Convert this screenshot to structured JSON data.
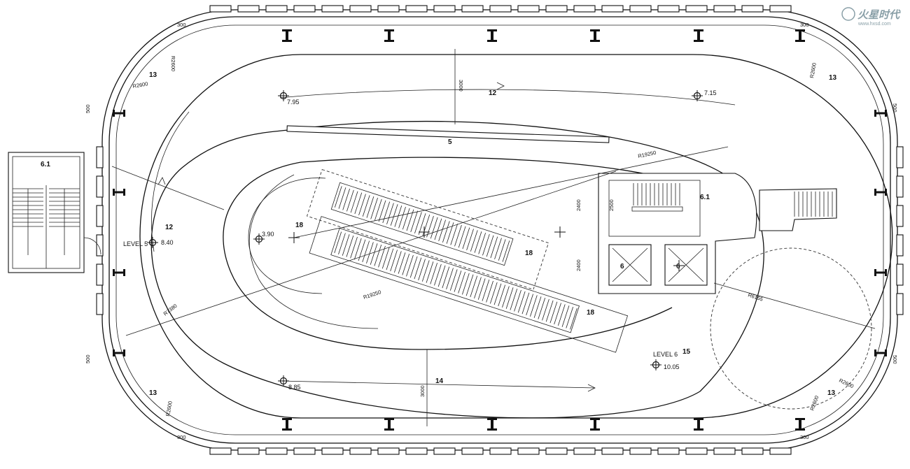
{
  "watermark": {
    "main": "火星时代",
    "sub": "www.hxsd.com"
  },
  "labels": {
    "stair_left": "6.1",
    "stair_right": "6.1",
    "elevator_left": "6",
    "elevator_right": "6",
    "ramp_top": "12",
    "ramp_left": "12",
    "slab_top": "5",
    "corner_tl": "13",
    "corner_tr": "13",
    "corner_bl": "13",
    "corner_br": "13",
    "ramp_bottom": "14",
    "floor_level6": "15",
    "core_18a": "18",
    "core_18b": "18",
    "core_18c": "18"
  },
  "levels": {
    "level5_text": "LEVEL 5",
    "level5_value": "8.40",
    "level6_text": "LEVEL 6",
    "level6_value": "10.05",
    "spot_top_left": "7.95",
    "spot_top_right": "7.15",
    "spot_core": "3.90",
    "spot_bottom_left": "8.85"
  },
  "dimensions": {
    "d300_tl": "300",
    "d300_tr": "300",
    "d300_bl": "300",
    "d300_br": "300",
    "r2600_a": "R2600",
    "r2600_b": "R2600",
    "r2600_c": "R2600",
    "r2600_d": "R2600",
    "r2600_e": "R2600",
    "r2600_f": "R2600",
    "d500_l1": "500",
    "d500_l2": "500",
    "d500_r1": "500",
    "d500_r2": "500",
    "d3000_top": "3000",
    "d3000_bottom": "3000",
    "r19250_a": "R19250",
    "r19250_b": "R19250",
    "r7380": "R7380",
    "r6155": "R6155",
    "d2400_a": "2400",
    "d2400_b": "2400",
    "d2500": "2500"
  }
}
